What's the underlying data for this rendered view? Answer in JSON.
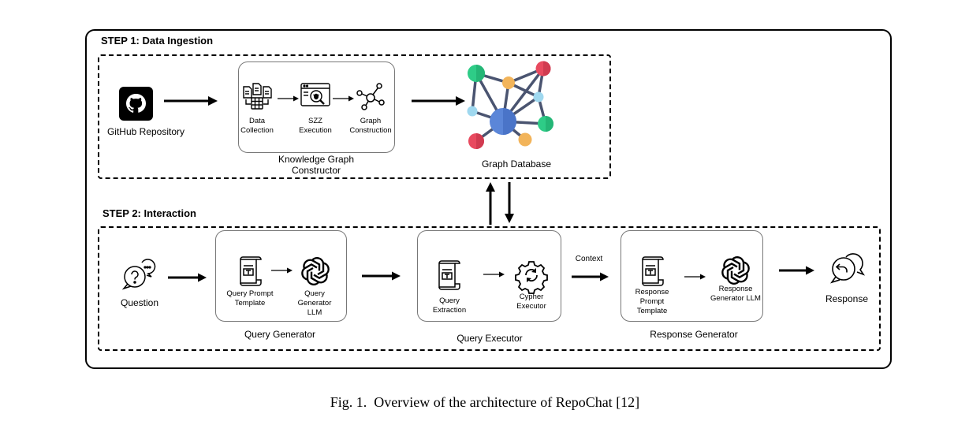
{
  "step1": {
    "title": "STEP 1: Data Ingestion",
    "github_label": "GitHub Repository",
    "constructor": {
      "title": "Knowledge Graph Constructor",
      "items": [
        {
          "label": "Data Collection",
          "icon": "documents-database-icon"
        },
        {
          "label": "SZZ Execution",
          "icon": "bug-search-icon"
        },
        {
          "label": "Graph Construction",
          "icon": "graph-nodes-icon"
        }
      ]
    },
    "graph_db_label": "Graph Database"
  },
  "step2": {
    "title": "STEP 2: Interaction",
    "question_label": "Question",
    "query_generator": {
      "title": "Query Generator",
      "items": [
        {
          "label": "Query Prompt Template",
          "icon": "template-document-icon"
        },
        {
          "label": "Query Generator LLM",
          "icon": "openai-icon"
        }
      ]
    },
    "query_executor": {
      "title": "Query Executor",
      "items": [
        {
          "label": "Query Extraction",
          "icon": "template-document-icon"
        },
        {
          "label": "Cypher Executor",
          "icon": "gear-refresh-icon"
        }
      ]
    },
    "context_label": "Context",
    "response_generator": {
      "title": "Response Generator",
      "items": [
        {
          "label": "Response Prompt Template",
          "icon": "template-document-icon"
        },
        {
          "label": "Response Generator LLM",
          "icon": "openai-icon"
        }
      ]
    },
    "response_label": "Response"
  },
  "caption": "Fig. 1.  Overview of the architecture of RepoChat [12]",
  "colors": {
    "node_blue": "#5b86d8",
    "node_green": "#2ecc87",
    "node_red": "#e84a5f",
    "node_orange": "#f2b45a",
    "node_lightblue": "#9fd8ef",
    "edge": "#4a5470"
  }
}
